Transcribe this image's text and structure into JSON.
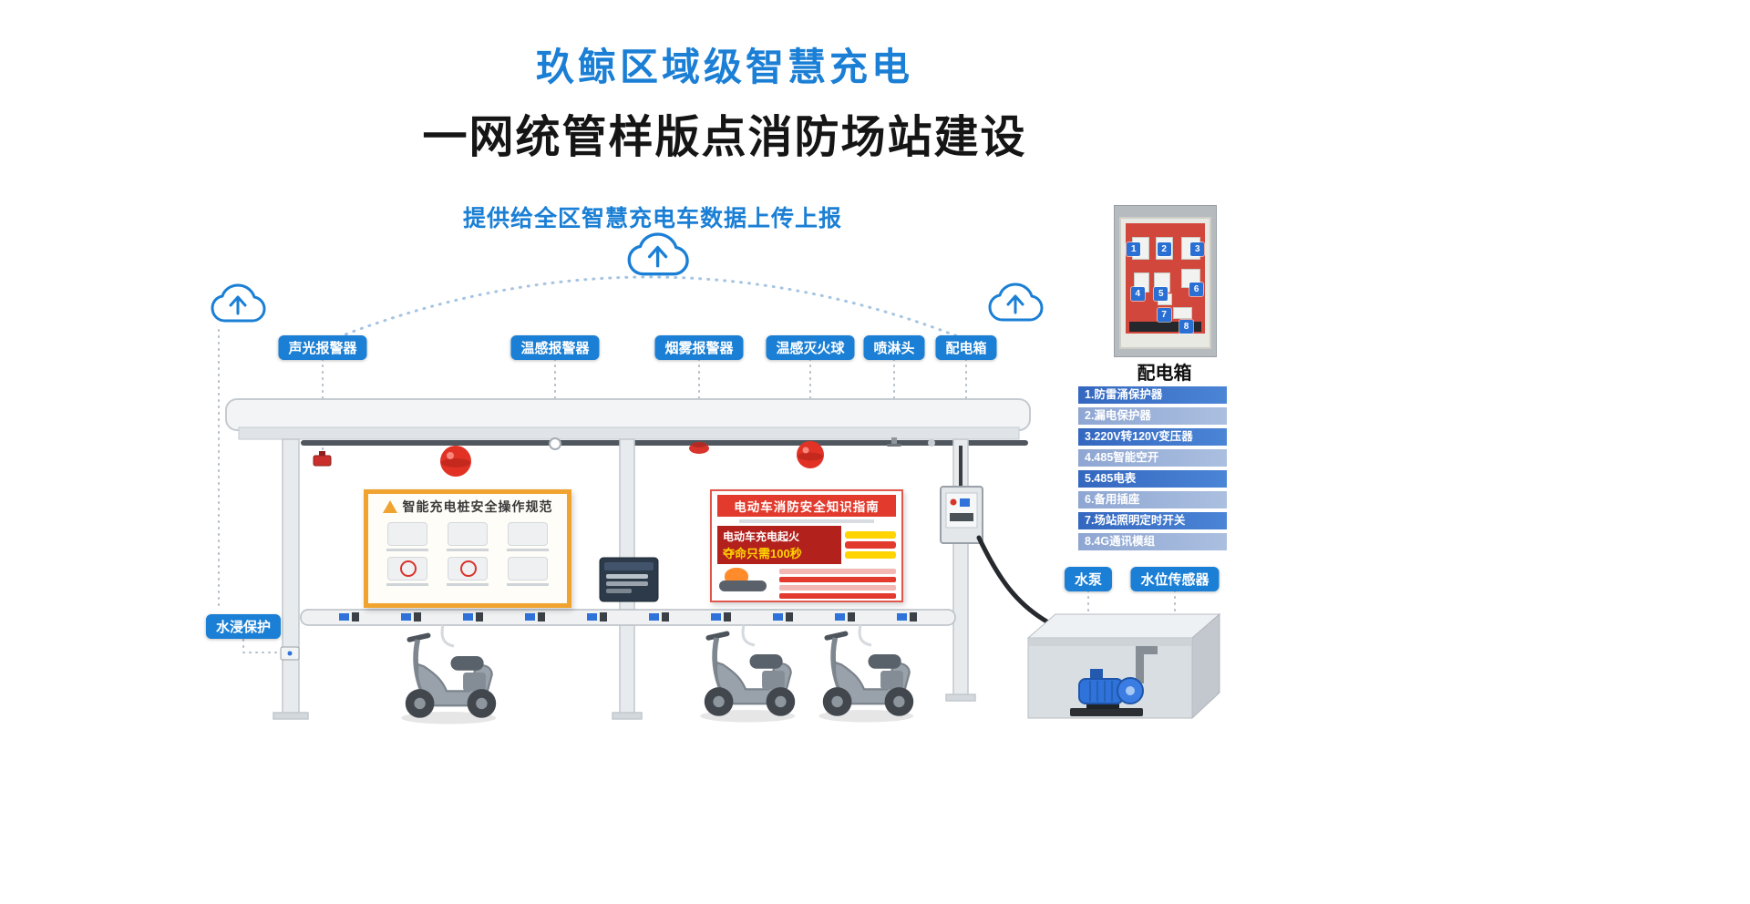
{
  "header": {
    "title_line1": "玖鲸区域级智慧充电",
    "title_line2": "一网统管样版点消防场站建设",
    "subtitle": "提供给全区智慧充电车数据上传上报"
  },
  "callouts": {
    "sound_light_alarm": "声光报警器",
    "temp_alarm": "温感报警器",
    "smoke_alarm": "烟雾报警器",
    "temp_fire_ball": "温感灭火球",
    "sprinkler_head": "喷淋头",
    "distribution_box": "配电箱",
    "water_immersion_protection": "水浸保护",
    "water_pump": "水泵",
    "water_level_sensor": "水位传感器"
  },
  "distribution_panel": {
    "title": "配电箱",
    "photo_badges": [
      "1",
      "2",
      "3",
      "4",
      "5",
      "6",
      "7",
      "8"
    ],
    "items": [
      "1.防雷涌保护器",
      "2.漏电保护器",
      "3.220V转120V变压器",
      "4.485智能空开",
      "5.485电表",
      "6.备用插座",
      "7.场站照明定时开关",
      "8.4G通讯模组"
    ]
  },
  "posters": {
    "left": {
      "title": "智能充电桩安全操作规范"
    },
    "right": {
      "title": "电动车消防安全知识指南",
      "warning_line1": "电动车充电起火",
      "warning_line2": "夺命只需100秒"
    }
  },
  "colors": {
    "accent_blue": "#1a7fd5",
    "list_item_dark": "#3e78cc",
    "list_item_light": "#9db3da",
    "alarm_red": "#e23226",
    "poster_orange": "#f0a32f",
    "poster_red": "#e23b2e",
    "warning_yellow": "#ffd400",
    "pump_blue": "#2f72d9"
  }
}
